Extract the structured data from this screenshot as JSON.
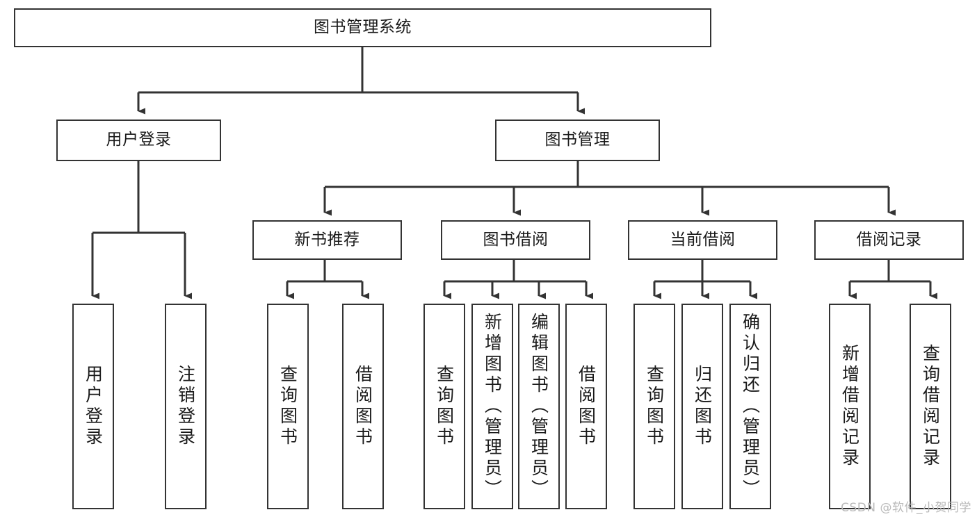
{
  "diagram": {
    "title": "图书管理系统",
    "type": "tree-hierarchy",
    "root": {
      "label": "图书管理系统"
    },
    "level2": [
      {
        "label": "用户登录"
      },
      {
        "label": "图书管理"
      }
    ],
    "level3": [
      {
        "label": "新书推荐"
      },
      {
        "label": "图书借阅"
      },
      {
        "label": "当前借阅"
      },
      {
        "label": "借阅记录"
      }
    ],
    "leaves": {
      "user_login": [
        {
          "label": "用户登录"
        },
        {
          "label": "注销登录"
        }
      ],
      "new_book": [
        {
          "label": "查询图书"
        },
        {
          "label": "借阅图书"
        }
      ],
      "book_borrow": [
        {
          "label": "查询图书"
        },
        {
          "label": "新增图书（管理员）"
        },
        {
          "label": "编辑图书（管理员）"
        },
        {
          "label": "借阅图书"
        }
      ],
      "current_borrow": [
        {
          "label": "查询图书"
        },
        {
          "label": "归还图书"
        },
        {
          "label": "确认归还（管理员）"
        }
      ],
      "borrow_record": [
        {
          "label": "新增借阅记录"
        },
        {
          "label": "查询借阅记录"
        }
      ]
    }
  },
  "watermark": {
    "text": "CSDN @软件_小贺同学"
  },
  "colors": {
    "stroke": "#333333",
    "background": "#ffffff",
    "text": "#1a1a1a",
    "watermark": "#b9b9b9"
  }
}
